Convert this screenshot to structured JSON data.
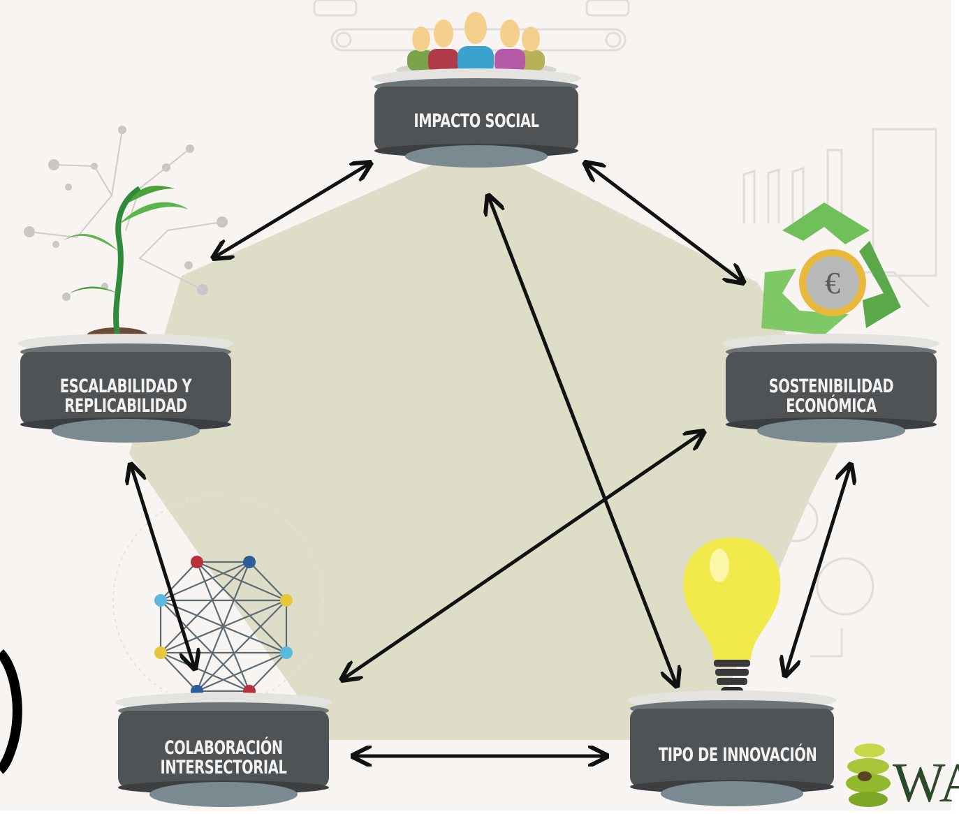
{
  "nodes": {
    "impacto": {
      "label": "IMPACTO SOCIAL"
    },
    "escalabilidad": {
      "line1": "ESCALABILIDAD Y",
      "line2": "REPLICABILIDAD"
    },
    "sostenibilidad": {
      "line1": "SOSTENIBILIDAD",
      "line2": "ECONÓMICA"
    },
    "colaboracion": {
      "line1": "COLABORACIÓN",
      "line2": "INTERSECTORIAL"
    },
    "innovacion": {
      "label": "TIPO DE INNOVACIÓN"
    }
  },
  "coin_symbol": "€",
  "logo": {
    "text": "WA"
  },
  "colors": {
    "background": "#f7f4f2",
    "pentagon": "#ddddc8",
    "pedestal": "#4f5356",
    "arrow": "#111111"
  }
}
